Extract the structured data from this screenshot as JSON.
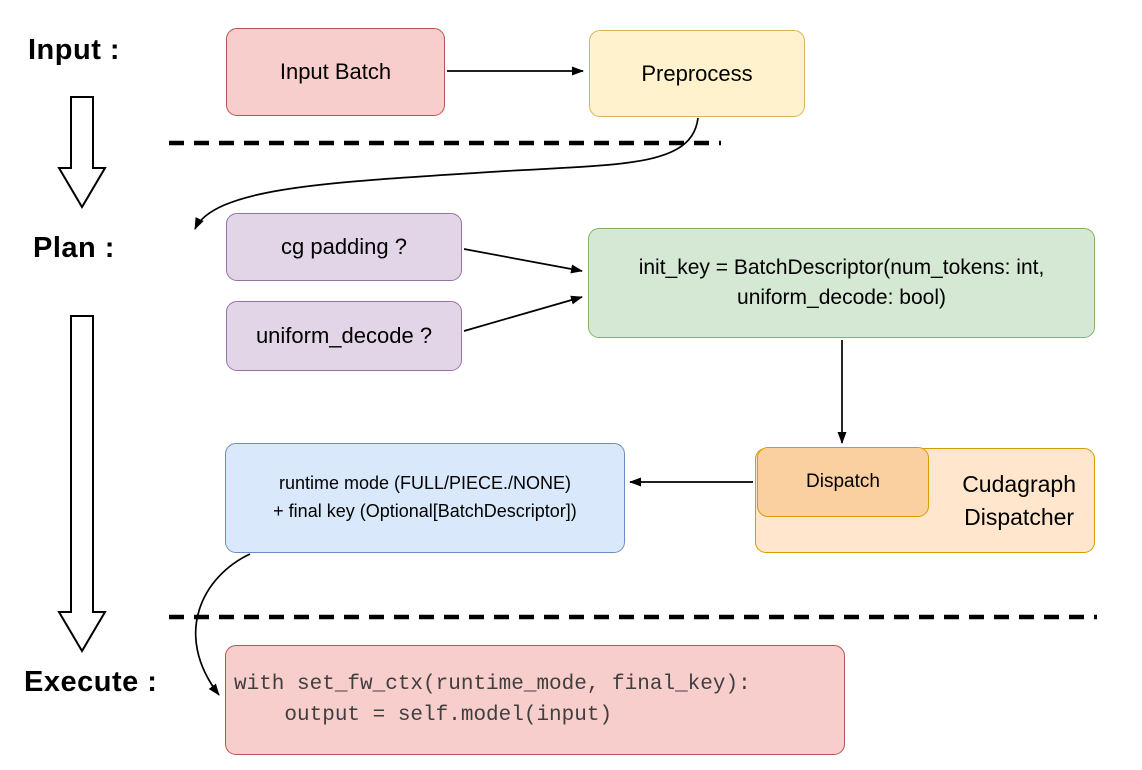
{
  "labels": {
    "input": "Input :",
    "plan": "Plan :",
    "execute": "Execute :"
  },
  "nodes": {
    "input_batch": {
      "label": "Input Batch",
      "fill": "#f8cecc",
      "stroke": "#b85450"
    },
    "preprocess": {
      "label": "Preprocess",
      "fill": "#fff2cc",
      "stroke": "#d6b656"
    },
    "cg_padding": {
      "label": "cg padding ?",
      "fill": "#e1d5e7",
      "stroke": "#9673a6"
    },
    "uniform_decode": {
      "label": "uniform_decode ?",
      "fill": "#e1d5e7",
      "stroke": "#9673a6"
    },
    "init_key": {
      "line1": "init_key = BatchDescriptor(num_tokens: int,",
      "line2": "uniform_decode: bool)",
      "fill": "#d5e8d4",
      "stroke": "#82b366"
    },
    "dispatch": {
      "label": "Dispatch",
      "fill": "#fbd0a0",
      "stroke": "#d79b00"
    },
    "cudagraph_dispatcher": {
      "line1": "Cudagraph",
      "line2": "Dispatcher",
      "fill": "#ffe6cc",
      "stroke": "#d79b00"
    },
    "runtime_result": {
      "line1": "runtime mode (FULL/PIECE./NONE)",
      "line2": "+ final key (Optional[BatchDescriptor])",
      "fill": "#dae8fc",
      "stroke": "#6c8ebf"
    },
    "execute_code": {
      "line1": "with set_fw_ctx(runtime_mode, final_key):",
      "line2": "    output = self.model(input)",
      "fill": "#f8cecc",
      "stroke": "#b85450"
    }
  }
}
